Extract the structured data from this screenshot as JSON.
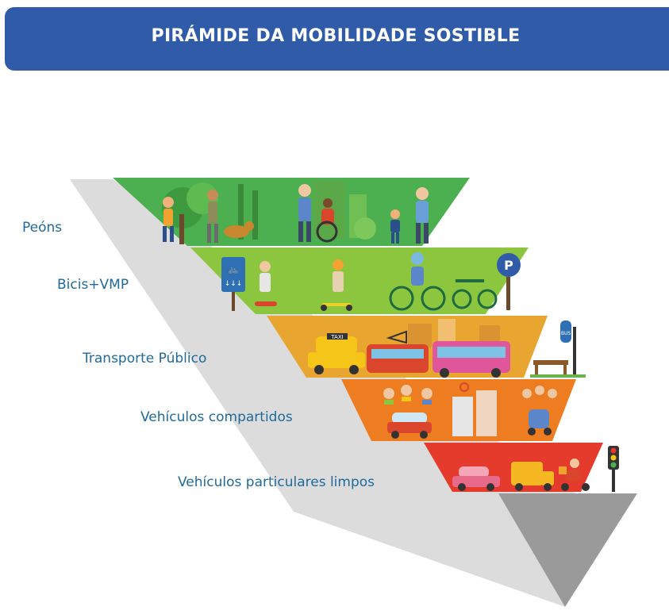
{
  "header": {
    "title": "PIRÁMIDE DA MOBILIDADE SOSTIBLE"
  },
  "levels": [
    {
      "label": "Peóns",
      "color": "#4caf50"
    },
    {
      "label": "Bicis+VMP",
      "color": "#8cc63f"
    },
    {
      "label": "Transporte Público",
      "color": "#e8a530"
    },
    {
      "label": "Vehículos compartidos",
      "color": "#ee7d22"
    },
    {
      "label": "Vehículos particulares limpos",
      "color": "#e53b2c"
    }
  ],
  "colors": {
    "banner": "#2f5ba8",
    "label_text": "#1f6a9a",
    "shadow_light": "#dcdcdc",
    "shadow_dark": "#9a9a9a"
  },
  "illustrations": {
    "sign_bike": "🚲",
    "taxi": "TAXI",
    "parking": "P",
    "bus_stop": "BUS"
  }
}
